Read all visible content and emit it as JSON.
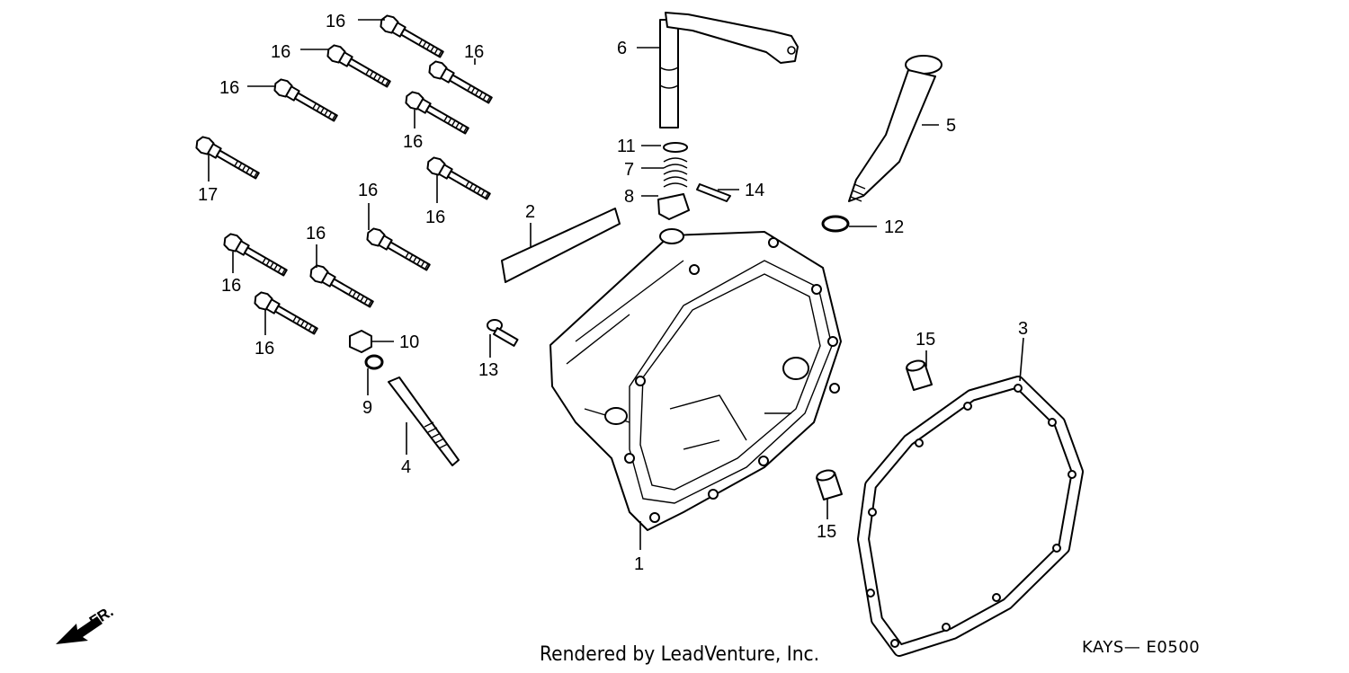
{
  "callouts": {
    "c1": "1",
    "c2": "2",
    "c3": "3",
    "c4": "4",
    "c5": "5",
    "c6": "6",
    "c7": "7",
    "c8": "8",
    "c9": "9",
    "c10": "10",
    "c11": "11",
    "c12": "12",
    "c13": "13",
    "c14": "14",
    "c15": "15",
    "c16": "16",
    "c17": "17"
  },
  "direction_marker": "FR.",
  "footer_text": "Rendered by LeadVenture, Inc.",
  "diagram_code": "KAYS— E0500"
}
